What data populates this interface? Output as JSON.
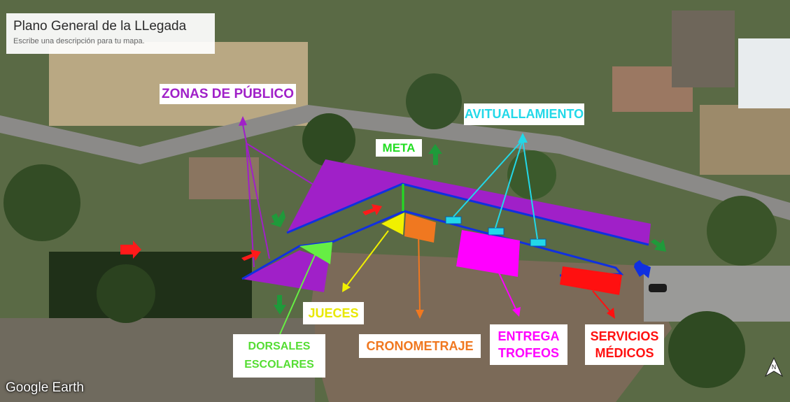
{
  "map": {
    "title": "Plano General de la LLegada",
    "description": "Escribe una descripción para tu mapa.",
    "watermark": "Google Earth",
    "compass": "compass-icon"
  },
  "labels": {
    "zonas_publico": "ZONAS DE PÚBLICO",
    "meta": "META",
    "avituallamiento": "AVITUALLAMIENTO",
    "jueces": "JUECES",
    "dorsales_line1": "DORSALES",
    "dorsales_line2": "ESCOLARES",
    "cronometraje": "CRONOMETRAJE",
    "entrega_line1": "ENTREGA",
    "entrega_line2": "TROFEOS",
    "servicios_line1": "SERVICIOS",
    "servicios_line2": "MÉDICOS"
  },
  "colors": {
    "zonas_publico": "#a020c8",
    "meta": "#22dd22",
    "avituallamiento": "#22d8e8",
    "jueces": "#f0f000",
    "dorsales": "#66ee44",
    "cronometraje": "#f07820",
    "entrega": "#ff00ff",
    "servicios": "#ff1010",
    "route_outline": "#1030e0"
  }
}
